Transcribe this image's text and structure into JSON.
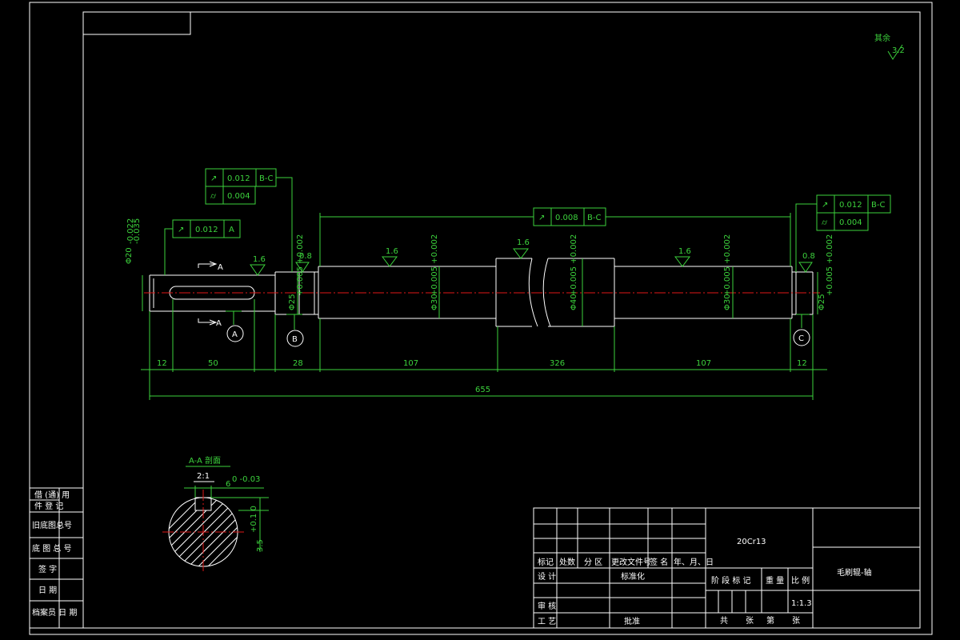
{
  "drawing": {
    "title": "毛刷辊-轴",
    "material": "20Cr13",
    "scale": "1:1.3",
    "surface_rest": "其余",
    "surface_rest_value": "3.2"
  },
  "title_block": {
    "mark": "标记",
    "count": "处数",
    "zone": "分 区",
    "change_doc": "更改文件号",
    "signature": "签 名",
    "date": "年、月、日",
    "design": "设 计",
    "standardize": "标准化",
    "review": "审 核",
    "process": "工 艺",
    "approve": "批准",
    "stage_mark": "阶 段 标 记",
    "weight": "重 量",
    "ratio": "比 例",
    "total_sheets": "共",
    "sheet_unit_1": "张",
    "sheet_no": "第",
    "sheet_unit_2": "张"
  },
  "side_block": {
    "rows": [
      "借 (通) 用",
      "件 登 记",
      "旧底图总号",
      "底 图 总 号",
      "签 字",
      "日 期",
      "档案员 日 期"
    ]
  },
  "tolerance_frames": {
    "left_bearing": {
      "runout": "0.012",
      "ref": "B-C",
      "cyl": "0.004"
    },
    "key_end": {
      "runout": "0.012",
      "ref": "A"
    },
    "middle": {
      "runout": "0.008",
      "ref": "B-C"
    },
    "right_bearing": {
      "runout": "0.012",
      "ref": "B-C",
      "cyl": "0.004"
    }
  },
  "datums": {
    "a": "A",
    "b": "B",
    "c": "C"
  },
  "roughness": {
    "r1": "1.6",
    "r2": "0.8",
    "r3": "1.6",
    "r4": "1.6",
    "r5": "1.6",
    "r6": "0.8"
  },
  "diameters": {
    "d_end": "Φ20",
    "d_end_tol_up": "-0.022",
    "d_end_tol_lo": "-0.035",
    "d_brg_l": "Φ25",
    "d_brg_l_tol": "+0.005 +0.002",
    "d_30a": "Φ30",
    "d_30a_tol": "+0.005 +0.002",
    "d_40": "Φ40",
    "d_40_tol": "+0.005 +0.002",
    "d_30b": "Φ30",
    "d_30b_tol": "+0.005 +0.002",
    "d_brg_r": "Φ25",
    "d_brg_r_tol": "+0.005 +0.002"
  },
  "section_marks": {
    "top": "A",
    "bottom": "A"
  },
  "dimensions": {
    "d12a": "12",
    "d50": "50",
    "d28": "28",
    "d107a": "107",
    "d326": "326",
    "d107b": "107",
    "d12b": "12",
    "d655": "655"
  },
  "section_view": {
    "title": "A-A 剖面",
    "scale": "2:1",
    "key_width": "6",
    "key_width_tol": "0 -0.03",
    "key_depth": "3.5",
    "key_depth_tol": "+0.1 0"
  }
}
